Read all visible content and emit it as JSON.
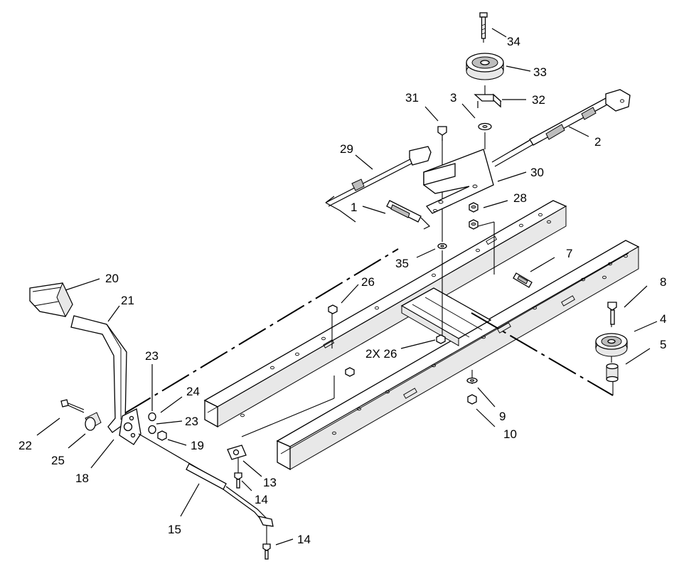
{
  "callouts": [
    {
      "id": "c34",
      "text": "34"
    },
    {
      "id": "c33",
      "text": "33"
    },
    {
      "id": "c32",
      "text": "32"
    },
    {
      "id": "c31",
      "text": "31"
    },
    {
      "id": "c3",
      "text": "3"
    },
    {
      "id": "c2",
      "text": "2"
    },
    {
      "id": "c29",
      "text": "29"
    },
    {
      "id": "c30",
      "text": "30"
    },
    {
      "id": "c28",
      "text": "28"
    },
    {
      "id": "c1",
      "text": "1"
    },
    {
      "id": "c7",
      "text": "7"
    },
    {
      "id": "c35",
      "text": "35"
    },
    {
      "id": "c20",
      "text": "20"
    },
    {
      "id": "c26",
      "text": "26"
    },
    {
      "id": "c8",
      "text": "8"
    },
    {
      "id": "c21",
      "text": "21"
    },
    {
      "id": "c4",
      "text": "4"
    },
    {
      "id": "c5",
      "text": "5"
    },
    {
      "id": "c2x26",
      "text": "2X 26"
    },
    {
      "id": "c23a",
      "text": "23"
    },
    {
      "id": "c24",
      "text": "24"
    },
    {
      "id": "c23b",
      "text": "23"
    },
    {
      "id": "c22",
      "text": "22"
    },
    {
      "id": "c19",
      "text": "19"
    },
    {
      "id": "c9",
      "text": "9"
    },
    {
      "id": "c10",
      "text": "10"
    },
    {
      "id": "c25",
      "text": "25"
    },
    {
      "id": "c18",
      "text": "18"
    },
    {
      "id": "c13",
      "text": "13"
    },
    {
      "id": "c14a",
      "text": "14"
    },
    {
      "id": "c15",
      "text": "15"
    },
    {
      "id": "c14b",
      "text": "14"
    }
  ]
}
